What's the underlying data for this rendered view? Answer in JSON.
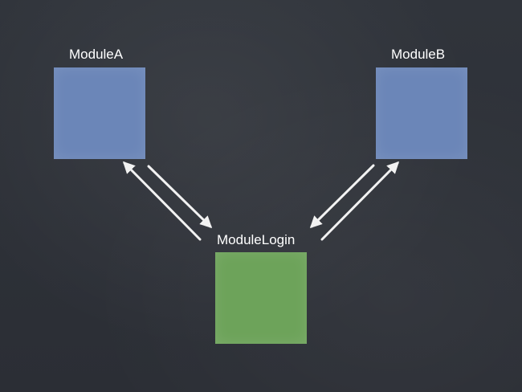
{
  "diagram": {
    "nodes": [
      {
        "id": "module-a",
        "label": "ModuleA",
        "color": "#6b86b8"
      },
      {
        "id": "module-b",
        "label": "ModuleB",
        "color": "#6b86b8"
      },
      {
        "id": "module-login",
        "label": "ModuleLogin",
        "color": "#6da35a"
      }
    ],
    "edges": [
      {
        "from": "ModuleA",
        "to": "ModuleLogin"
      },
      {
        "from": "ModuleLogin",
        "to": "ModuleA"
      },
      {
        "from": "ModuleB",
        "to": "ModuleLogin"
      },
      {
        "from": "ModuleLogin",
        "to": "ModuleB"
      }
    ],
    "background_color": "#2e3138",
    "arrow_color": "#f2f2f2"
  }
}
